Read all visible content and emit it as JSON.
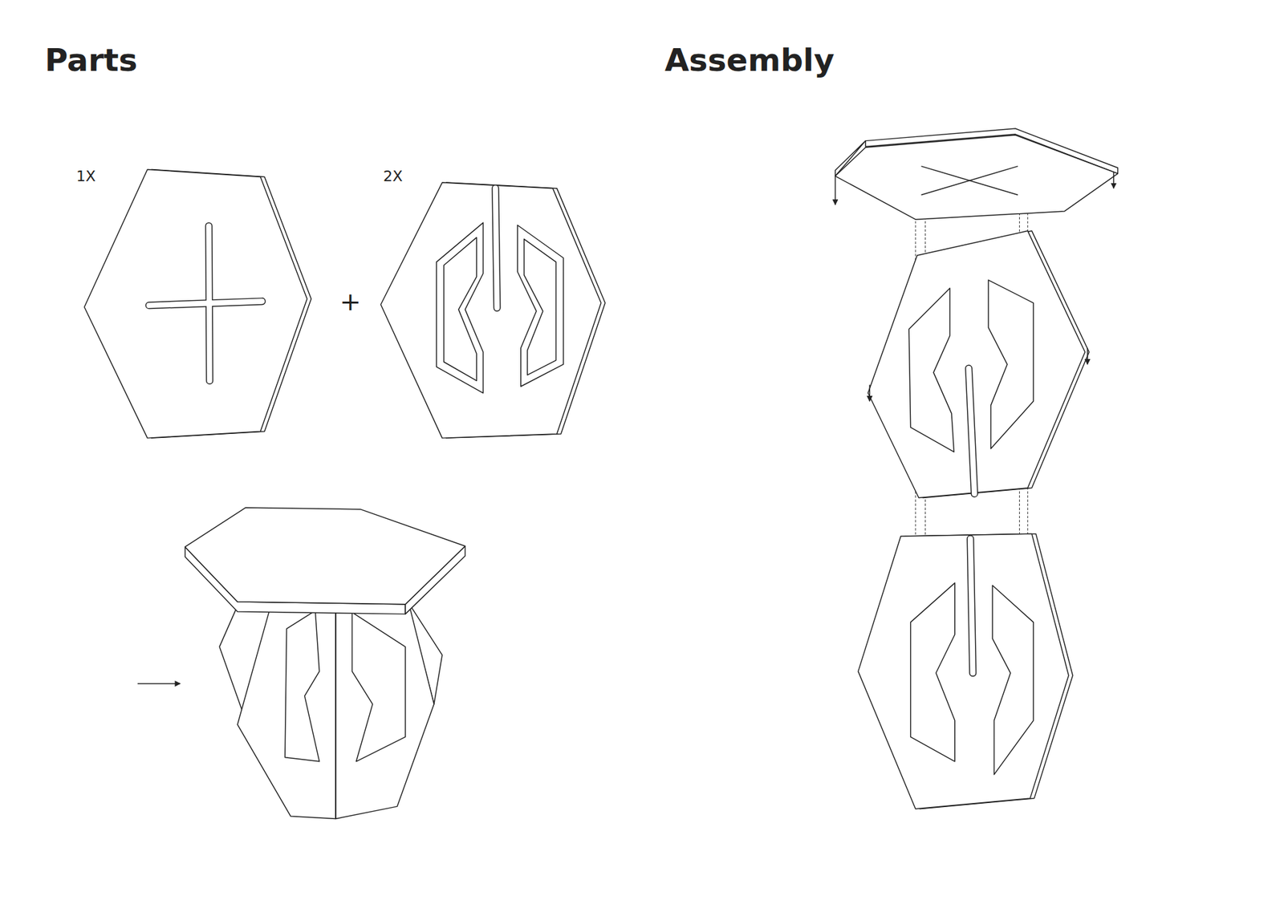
{
  "diagram": {
    "labels": [
      "Parts",
      "Assembly",
      "1X",
      "2X",
      "+"
    ]
  }
}
